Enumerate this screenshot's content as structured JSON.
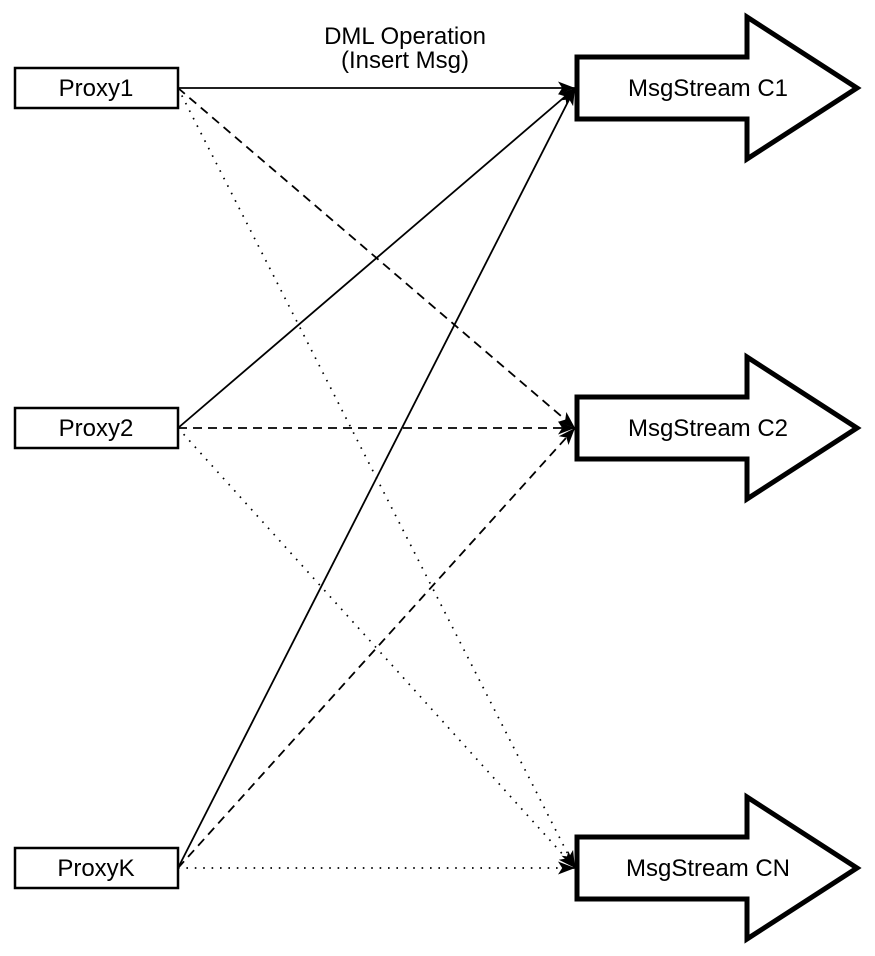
{
  "diagram": {
    "title": {
      "line1": "DML Operation",
      "line2": "(Insert Msg)"
    },
    "colors": {
      "line": "#000000",
      "shape_fill": "#ffffff",
      "text": "#000000",
      "background": "#ffffff"
    },
    "proxies": [
      {
        "label": "Proxy1"
      },
      {
        "label": "Proxy2"
      },
      {
        "label": "ProxyK"
      }
    ],
    "streams": [
      {
        "label": "MsgStream C1"
      },
      {
        "label": "MsgStream C2"
      },
      {
        "label": "MsgStream CN"
      }
    ],
    "edges": [
      {
        "from": "Proxy1",
        "to": "MsgStream C1",
        "style": "solid"
      },
      {
        "from": "Proxy1",
        "to": "MsgStream C2",
        "style": "dashed"
      },
      {
        "from": "Proxy1",
        "to": "MsgStream CN",
        "style": "dotted"
      },
      {
        "from": "Proxy2",
        "to": "MsgStream C1",
        "style": "solid"
      },
      {
        "from": "Proxy2",
        "to": "MsgStream C2",
        "style": "dashed"
      },
      {
        "from": "Proxy2",
        "to": "MsgStream CN",
        "style": "dotted"
      },
      {
        "from": "ProxyK",
        "to": "MsgStream C1",
        "style": "solid"
      },
      {
        "from": "ProxyK",
        "to": "MsgStream C2",
        "style": "dashed"
      },
      {
        "from": "ProxyK",
        "to": "MsgStream CN",
        "style": "dotted"
      }
    ]
  }
}
